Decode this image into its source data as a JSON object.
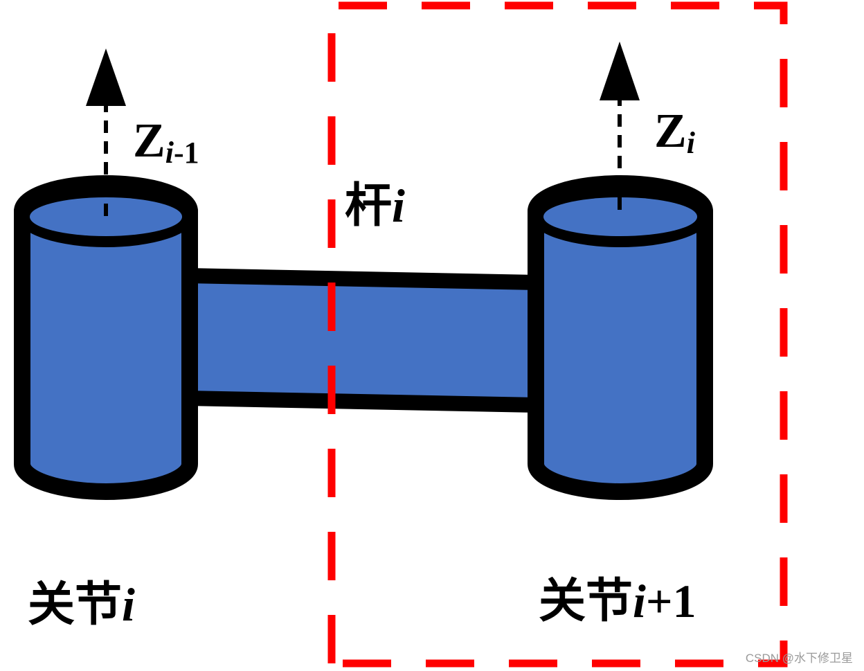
{
  "labels": {
    "axis_left_main": "Z",
    "axis_left_sub_italic": "i",
    "axis_left_sub_rest": "-1",
    "axis_right_main": "Z",
    "axis_right_sub_italic": "i",
    "link_text": "杆",
    "link_italic": "i",
    "joint_left_text": "关节",
    "joint_left_italic": "i",
    "joint_right_text": "关节",
    "joint_right_italic": "i",
    "joint_right_suffix": "+1"
  },
  "watermark": "CSDN @水下修卫星",
  "colors": {
    "fill_blue": "#4472C4",
    "outline": "#000000",
    "dash_red": "#FF0000"
  }
}
